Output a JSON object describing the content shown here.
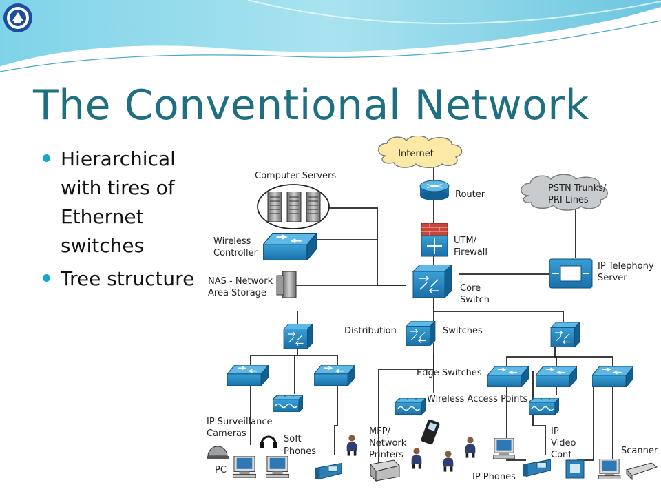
{
  "slide": {
    "title": "The Conventional Network",
    "bullets": [
      {
        "text": "Hierarchical with tires of Ethernet switches"
      },
      {
        "text": "Tree structure"
      }
    ]
  },
  "diagram": {
    "labels": {
      "internet": "Internet",
      "router": "Router",
      "pstn_line1": "PSTN Trunks/",
      "pstn_line2": "PRI Lines",
      "computer_servers": "Computer Servers",
      "wireless_controller_line1": "Wireless",
      "wireless_controller_line2": "Controller",
      "utm_line1": "UTM/",
      "utm_line2": "Firewall",
      "ip_telephony_line1": "IP Telephony",
      "ip_telephony_line2": "Server",
      "nas_line1": "NAS - Network",
      "nas_line2": "Area Storage",
      "core_line1": "Core",
      "core_line2": "Switch",
      "distribution": "Distribution",
      "switches": "Switches",
      "edge_switches": "Edge Switches",
      "wireless_access_points": "Wireless Access Points",
      "ip_surveillance_line1": "IP Surveillance",
      "ip_surveillance_line2": "Cameras",
      "soft_phones_line1": "Soft",
      "soft_phones_line2": "Phones",
      "mfp_line1": "MFP/",
      "mfp_line2": "Network",
      "mfp_line3": "Printers",
      "pc": "PC",
      "ip_phones": "IP Phones",
      "ip_video_line1": "IP",
      "ip_video_line2": "Video",
      "ip_video_line3": "Conf",
      "scanner": "Scanner"
    }
  }
}
